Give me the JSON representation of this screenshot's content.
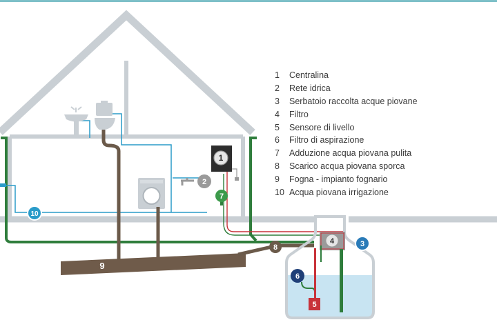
{
  "legend": {
    "items": [
      {
        "num": "1",
        "label": "Centralina"
      },
      {
        "num": "2",
        "label": "Rete idrica"
      },
      {
        "num": "3",
        "label": "Serbatoio raccolta acque piovane"
      },
      {
        "num": "4",
        "label": "Filtro"
      },
      {
        "num": "5",
        "label": "Sensore di livello"
      },
      {
        "num": "6",
        "label": "Filtro di aspirazione"
      },
      {
        "num": "7",
        "label": "Adduzione acqua piovana pulita"
      },
      {
        "num": "8",
        "label": "Scarico acqua piovana sporca"
      },
      {
        "num": "9",
        "label": "Fogna - impianto fognario"
      },
      {
        "num": "10",
        "label": "Acqua piovana irrigazione"
      }
    ]
  },
  "markers": {
    "m1": "1",
    "m2": "2",
    "m3": "3",
    "m4": "4",
    "m5": "5",
    "m6": "6",
    "m7": "7",
    "m8": "8",
    "m9": "9",
    "m10": "10"
  },
  "colors": {
    "outline": "#c9cfd4",
    "gutter_green": "#2f7d3c",
    "pipe_blue": "#2a9bc9",
    "pipe_brown": "#6b5a4a",
    "sewer_brown": "#6f5b4a",
    "water": "#c8e4f2",
    "navy": "#1f3f78",
    "red": "#c8323a",
    "grey_marker": "#9a9a9a"
  }
}
